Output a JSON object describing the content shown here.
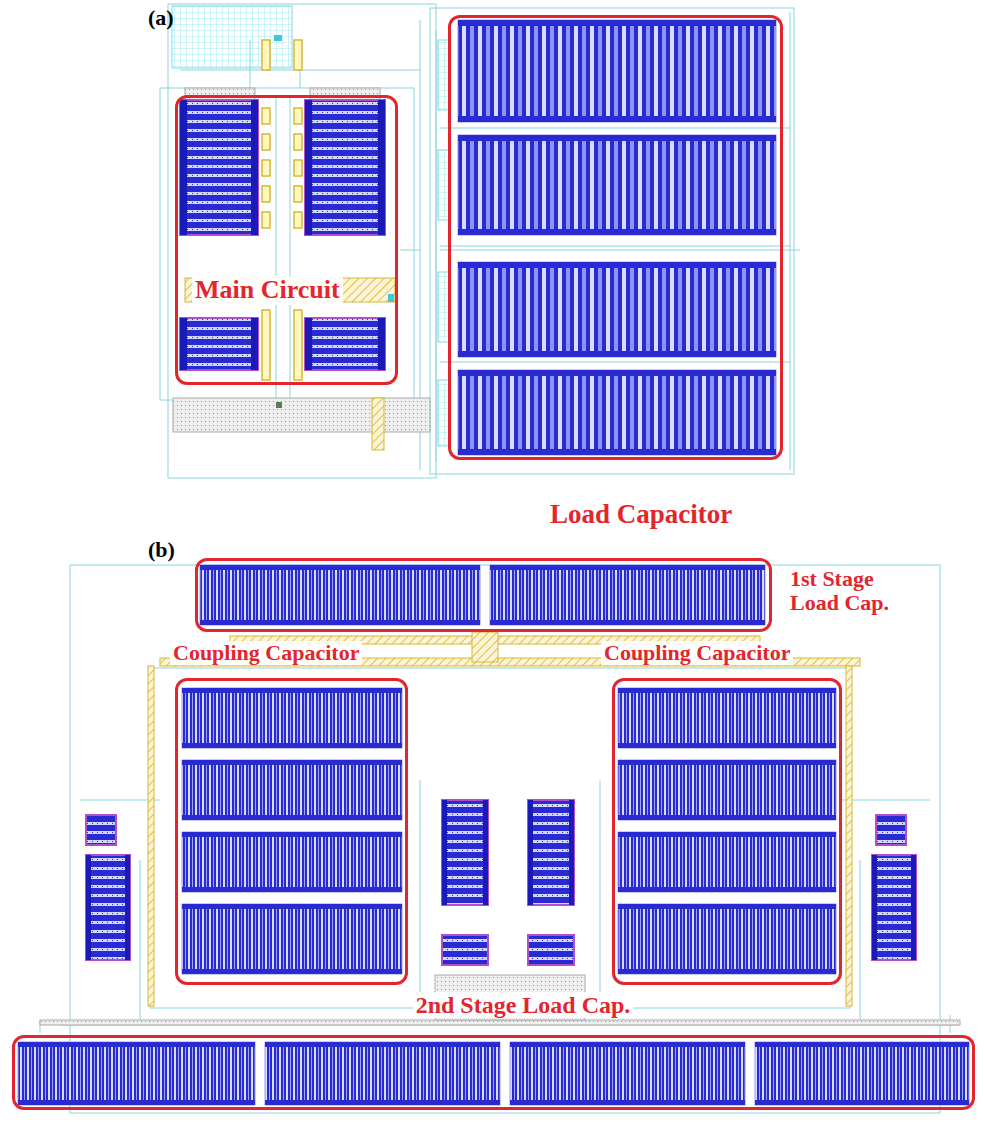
{
  "diagram": {
    "nodes": [
      {
        "text": [
          "Main Circuit"
        ]
      },
      {
        "text": [
          "Load Capacitor"
        ]
      },
      {
        "text": [
          "1st Stage Load Cap."
        ]
      },
      {
        "text": [
          "Coupling Capacitor"
        ]
      },
      {
        "text": [
          "Coupling Capacitor"
        ]
      },
      {
        "text": [
          "2nd Stage Load Cap."
        ]
      }
    ],
    "labels": [
      "(a)",
      "(b)"
    ]
  }
}
